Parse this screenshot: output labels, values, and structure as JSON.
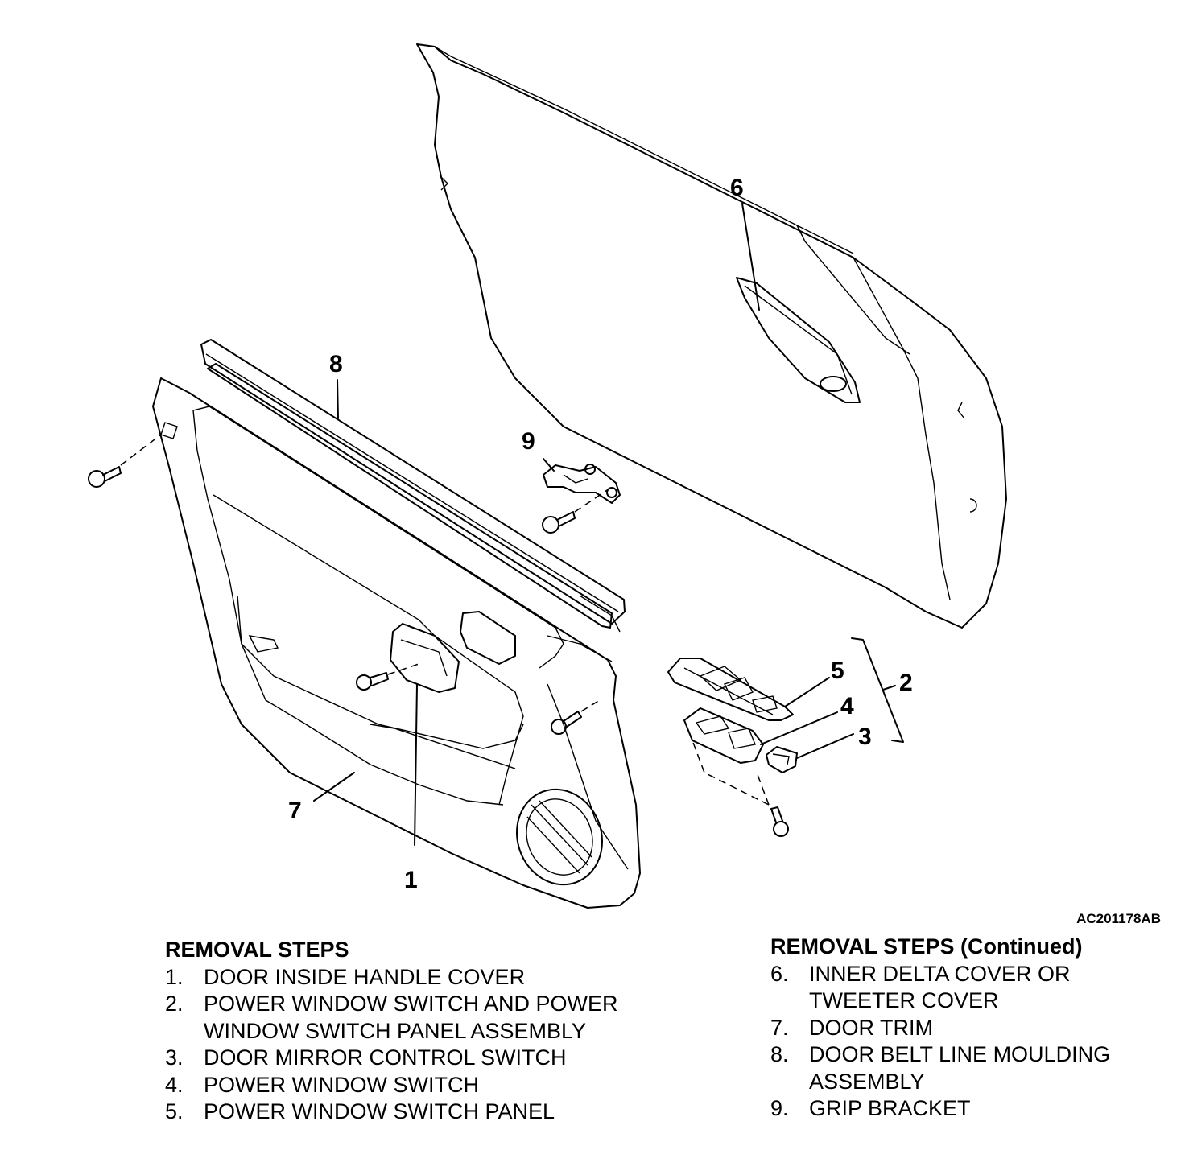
{
  "figure_id": "AC201178AB",
  "callouts": [
    "1",
    "2",
    "3",
    "4",
    "5",
    "6",
    "7",
    "8",
    "9"
  ],
  "left_list": {
    "title": "REMOVAL STEPS",
    "items": [
      {
        "num": "1.",
        "text": "DOOR INSIDE HANDLE COVER"
      },
      {
        "num": "2.",
        "text": "POWER WINDOW SWITCH AND POWER WINDOW SWITCH PANEL ASSEMBLY"
      },
      {
        "num": "3.",
        "text": "DOOR MIRROR CONTROL SWITCH"
      },
      {
        "num": "4.",
        "text": "POWER WINDOW SWITCH"
      },
      {
        "num": "5.",
        "text": "POWER WINDOW SWITCH PANEL"
      }
    ]
  },
  "right_list": {
    "title": "REMOVAL STEPS (Continued)",
    "items": [
      {
        "num": "6.",
        "text": "INNER DELTA COVER OR TWEETER COVER"
      },
      {
        "num": "7.",
        "text": "DOOR TRIM"
      },
      {
        "num": "8.",
        "text": "DOOR BELT LINE MOULDING ASSEMBLY"
      },
      {
        "num": "9.",
        "text": "GRIP BRACKET"
      }
    ]
  }
}
